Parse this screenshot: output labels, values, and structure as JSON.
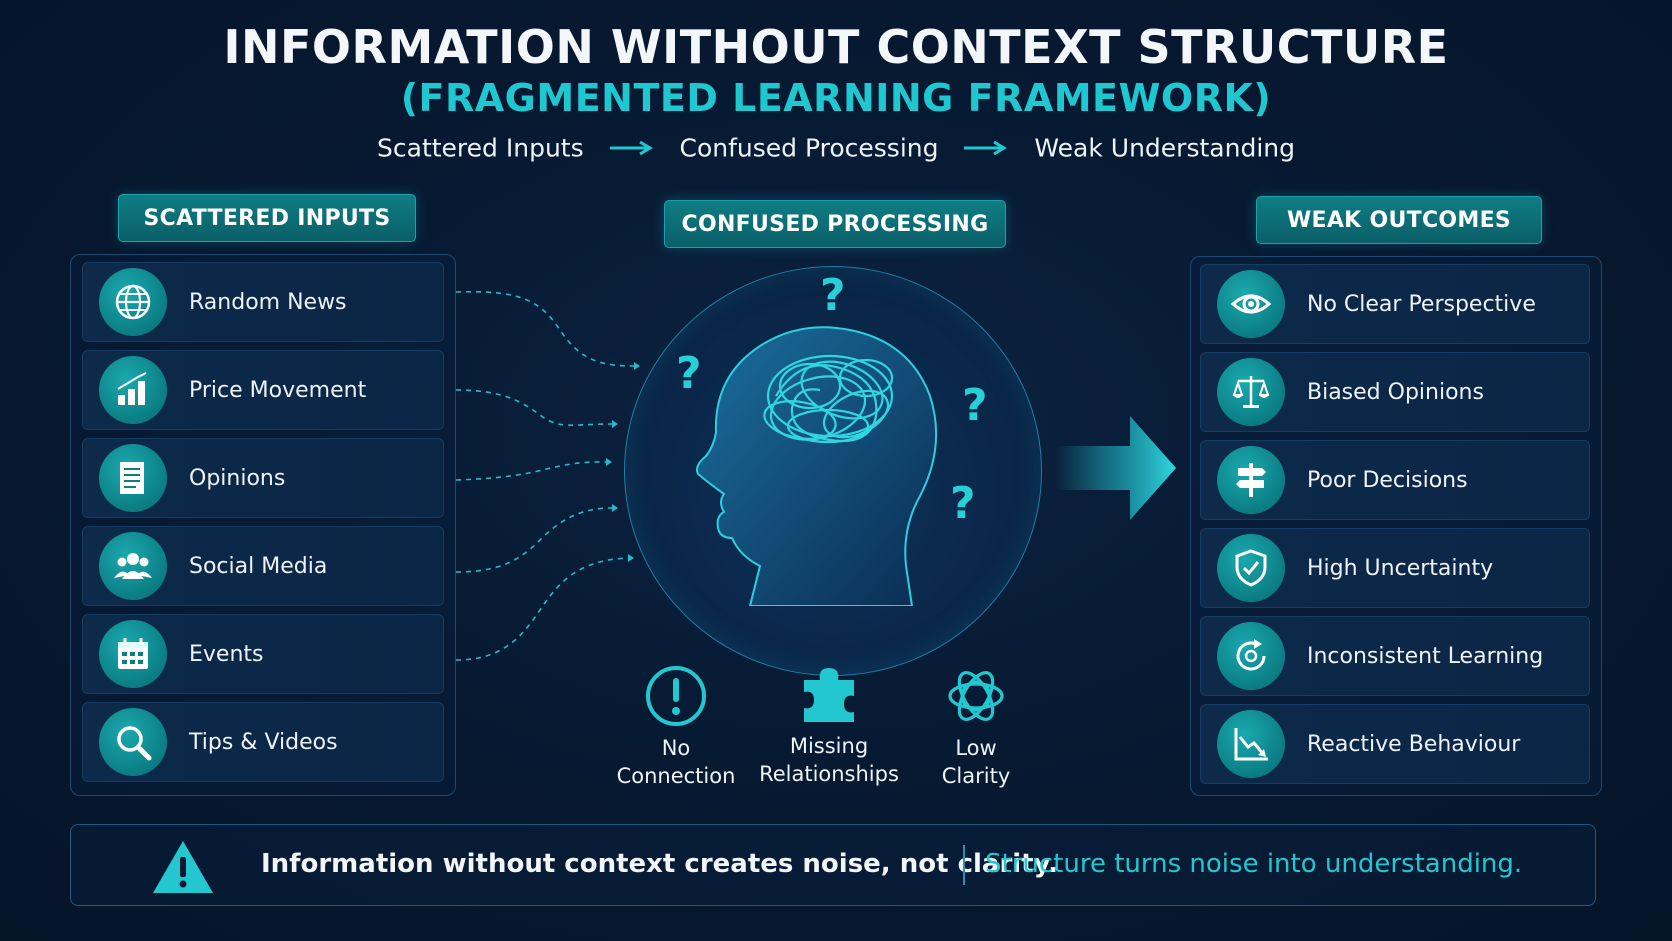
{
  "title": "INFORMATION WITHOUT CONTEXT STRUCTURE",
  "subtitle": "(FRAGMENTED LEARNING FRAMEWORK)",
  "flow": [
    "Scattered Inputs",
    "Confused Processing",
    "Weak Understanding"
  ],
  "inputs": {
    "heading": "SCATTERED INPUTS",
    "items": [
      {
        "label": "Random News",
        "icon": "globe-icon"
      },
      {
        "label": "Price Movement",
        "icon": "bar-chart-icon"
      },
      {
        "label": "Opinions",
        "icon": "document-icon"
      },
      {
        "label": "Social Media",
        "icon": "people-icon"
      },
      {
        "label": "Events",
        "icon": "calendar-icon"
      },
      {
        "label": "Tips & Videos",
        "icon": "magnifier-icon"
      }
    ]
  },
  "processing": {
    "heading": "CONFUSED PROCESSING",
    "marks": [
      "?",
      "?",
      "?",
      "?"
    ],
    "issues": [
      {
        "line1": "No",
        "line2": "Connection",
        "icon": "exclamation-icon"
      },
      {
        "line1": "Missing",
        "line2": "Relationships",
        "icon": "puzzle-icon"
      },
      {
        "line1": "Low",
        "line2": "Clarity",
        "icon": "tangle-icon"
      }
    ]
  },
  "outcomes": {
    "heading": "WEAK OUTCOMES",
    "items": [
      {
        "label": "No Clear Perspective",
        "icon": "eye-icon"
      },
      {
        "label": "Biased Opinions",
        "icon": "scales-icon"
      },
      {
        "label": "Poor Decisions",
        "icon": "signpost-icon"
      },
      {
        "label": "High Uncertainty",
        "icon": "shield-icon"
      },
      {
        "label": "Inconsistent Learning",
        "icon": "cycle-icon"
      },
      {
        "label": "Reactive Behaviour",
        "icon": "decline-chart-icon"
      }
    ]
  },
  "footer": {
    "warning": "Information without context creates noise, not clarity.",
    "message": "Structure turns noise into understanding.",
    "icon": "warning-icon"
  },
  "colors": {
    "accent": "#1fc8d0",
    "background": "#071a33",
    "icon_fill": "#0b7d84"
  }
}
